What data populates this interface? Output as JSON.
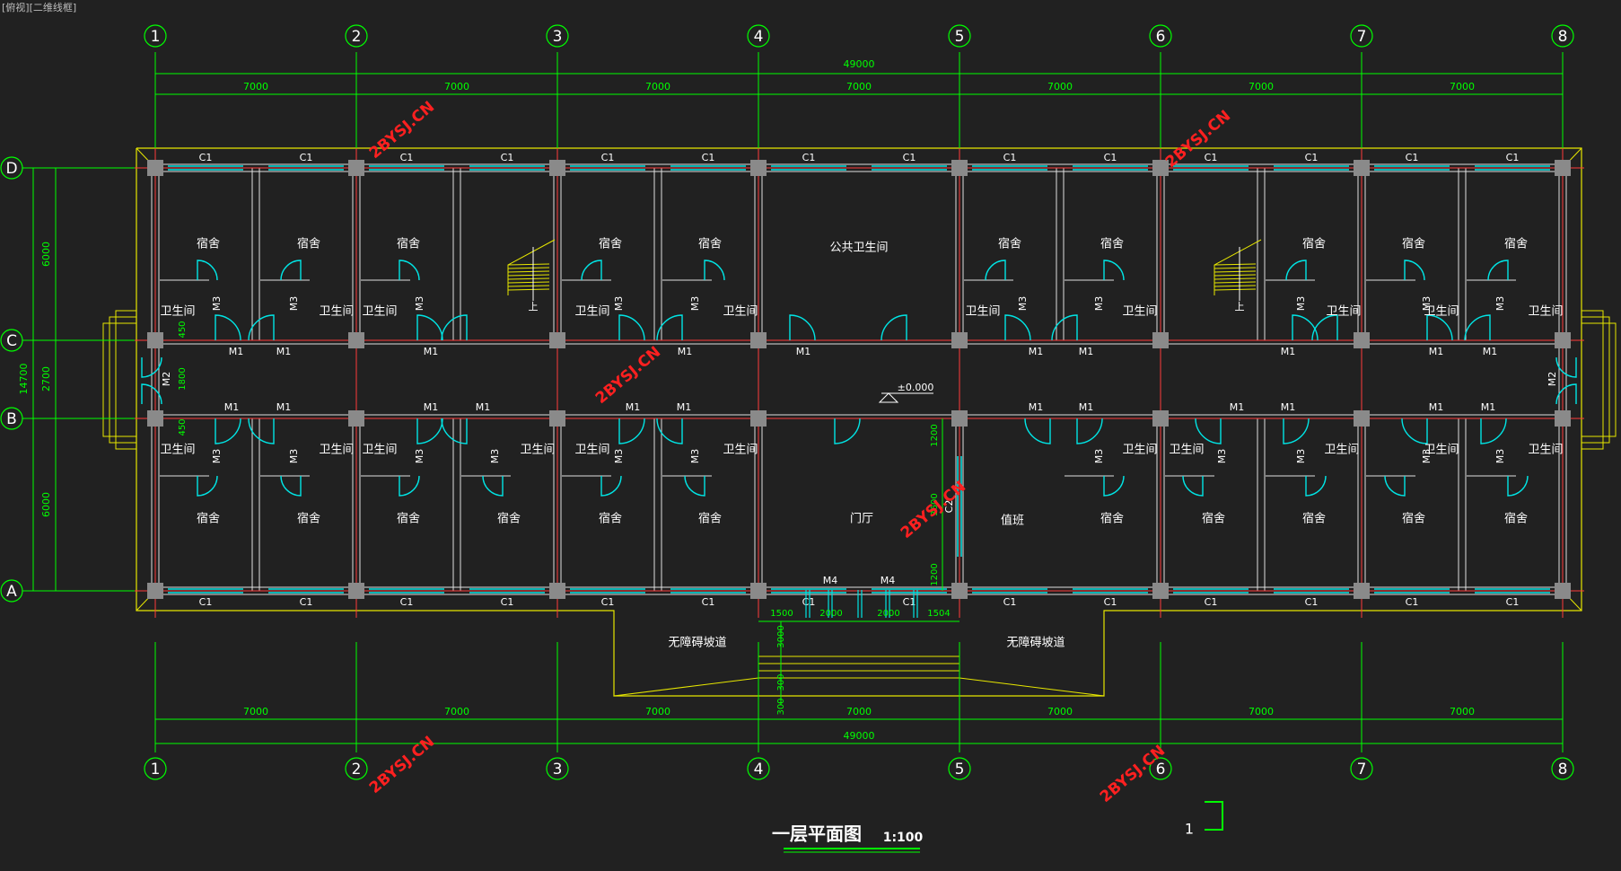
{
  "viewport_label": "[俯视][二维线框]",
  "axes": {
    "columns": [
      "1",
      "2",
      "3",
      "4",
      "5",
      "6",
      "7",
      "8"
    ],
    "rows": [
      "D",
      "C",
      "B",
      "A"
    ]
  },
  "dimensions": {
    "top_overall": "49000",
    "top_bays": [
      "7000",
      "7000",
      "7000",
      "7000",
      "7000",
      "7000",
      "7000"
    ],
    "bottom_overall": "49000",
    "bottom_bays": [
      "7000",
      "7000",
      "7000",
      "7000",
      "7000",
      "7000",
      "7000"
    ],
    "left_overall": "14700",
    "left_parts": [
      "6000",
      "2700",
      "6000"
    ],
    "corridor_sub": [
      "450",
      "1800",
      "450"
    ],
    "entrance_h": [
      "1500",
      "2000",
      "2000",
      "1504"
    ],
    "entrance_v": [
      "3000",
      "300",
      "300"
    ],
    "hall_v": [
      "1200",
      "3600",
      "1200"
    ]
  },
  "labels": {
    "dorm": "宿舍",
    "bath": "卫生间",
    "public_wc": "公共卫生间",
    "hall": "门厅",
    "duty": "值班",
    "ramp": "无障碍坡道",
    "stair_up": "上",
    "level": "±0.000",
    "window": "C1",
    "window_c2": "C2",
    "door_m1": "M1",
    "door_m2": "M2",
    "door_m3": "M3",
    "door_m4": "M4"
  },
  "watermark": "2BYSJ.CN",
  "title": {
    "main": "一层平面图",
    "scale": "1:100"
  },
  "section_mark": "1",
  "colors": {
    "background": "#212121",
    "axis": "#00ff00",
    "wall": "#ff3b3b",
    "outline": "#e6e600",
    "window": "#00e5e5",
    "text": "#ffffff",
    "watermark": "#ff2020",
    "column": "#8a8a8a"
  }
}
